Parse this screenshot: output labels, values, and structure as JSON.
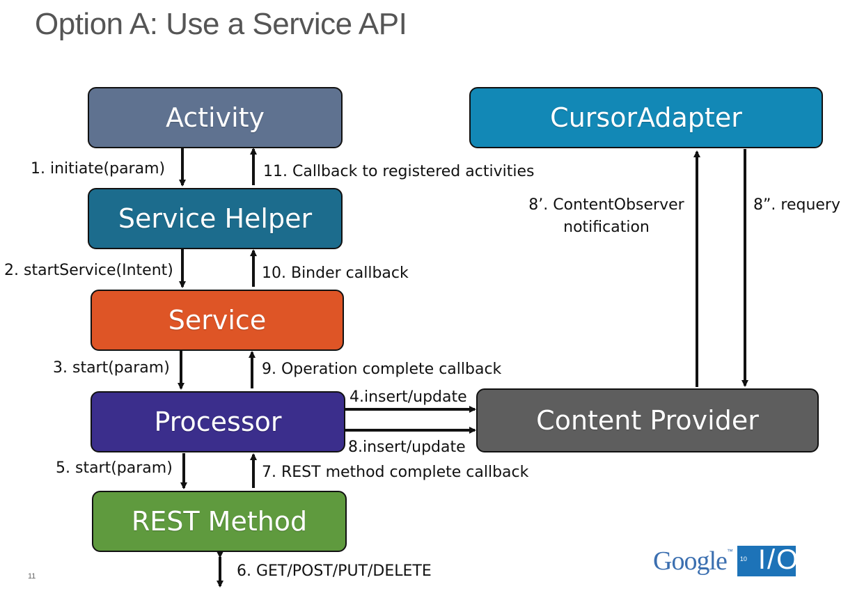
{
  "title": "Option A: Use a Service API",
  "slide_number": "11",
  "boxes": {
    "activity": "Activity",
    "service_helper": "Service Helper",
    "service": "Service",
    "processor": "Processor",
    "rest_method": "REST Method",
    "cursor_adapter": "CursorAdapter",
    "content_provider": "Content Provider"
  },
  "colors": {
    "activity": "#5f7290",
    "service_helper": "#1c6c8d",
    "service": "#de5526",
    "processor": "#3b2e8c",
    "rest_method": "#5f9a3e",
    "cursor_adapter": "#1288b6",
    "content_provider": "#5e5e5e"
  },
  "labels": {
    "step1": "1. initiate(param)",
    "step11": "11. Callback to registered activities",
    "step2": "2. startService(Intent)",
    "step10": "10. Binder callback",
    "step3": "3. start(param)",
    "step9": "9. Operation complete callback",
    "step4": "4.insert/update",
    "step8": "8.insert/update",
    "step5": "5. start(param)",
    "step7": "7. REST method complete callback",
    "step6": "6. GET/POST/PUT/DELETE",
    "step8a_line1": "8’. ContentObserver",
    "step8a_line2": "notification",
    "step8b": "8”. requery"
  },
  "logo": {
    "google": "Google",
    "tm": "™",
    "io_ten": "10",
    "io": "I/O"
  }
}
